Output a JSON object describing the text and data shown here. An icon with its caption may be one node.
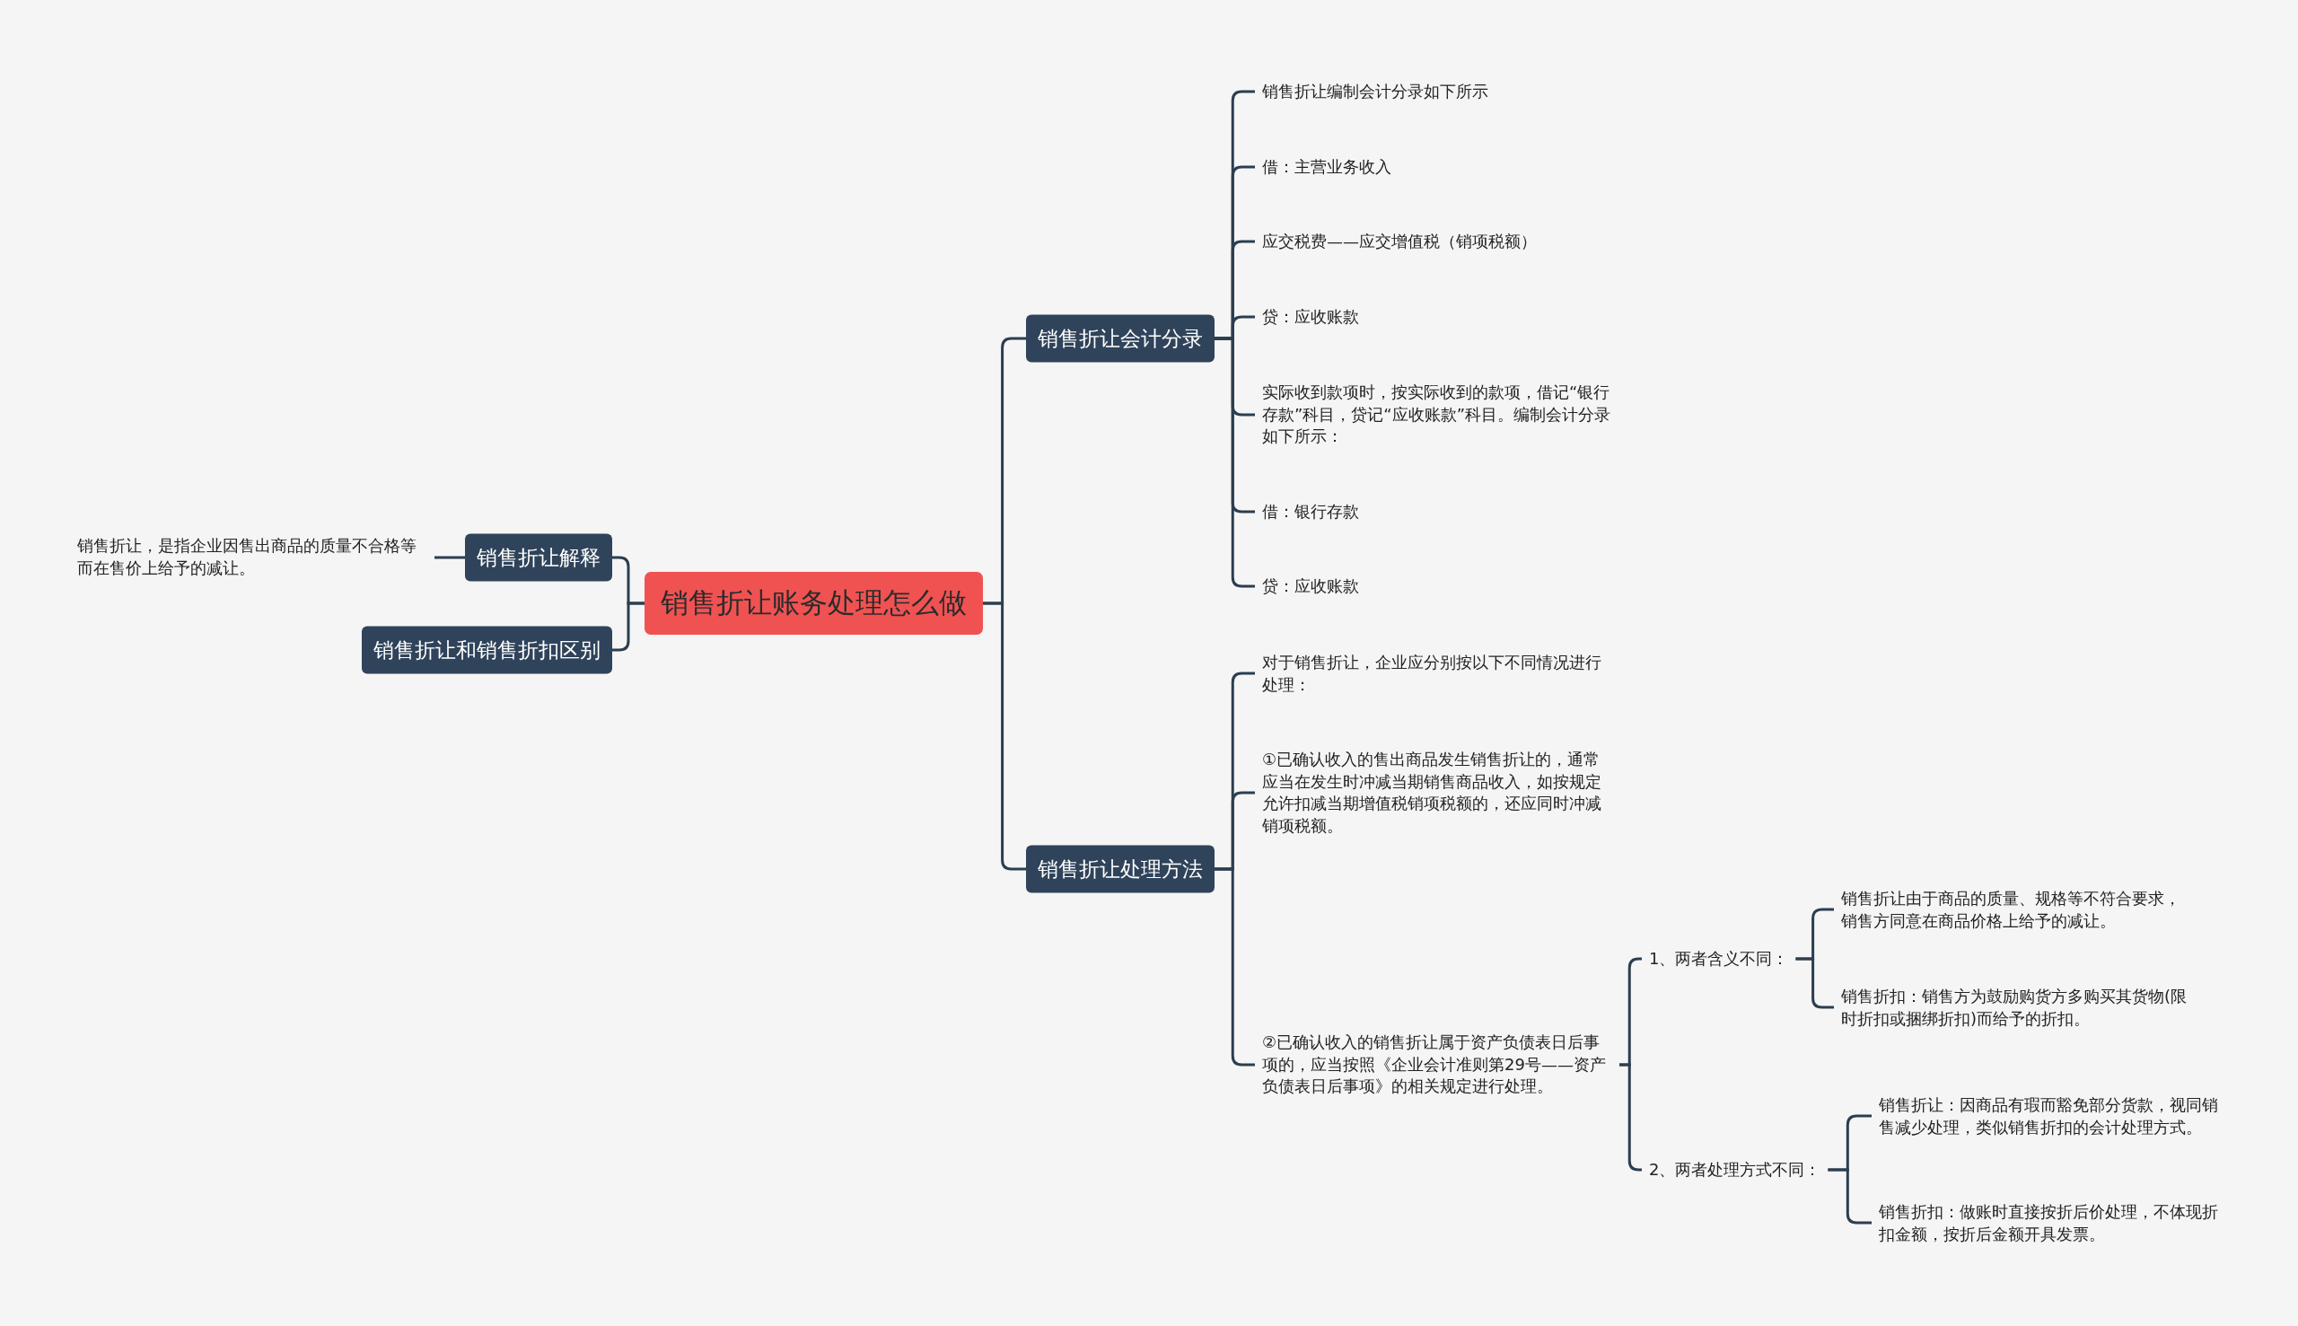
{
  "diagram": {
    "nodes": [
      {
        "text": [
          "销售折让账务处理怎么做"
        ]
      },
      {
        "text": [
          "销售折让解释"
        ]
      },
      {
        "text": [
          "销售折让，是指企业因售出商品的质量不合格等而在售价上给予的减让。"
        ]
      },
      {
        "text": [
          "销售折让和销售折扣区别"
        ]
      },
      {
        "text": [
          "销售折让会计分录"
        ]
      },
      {
        "text": [
          "销售折让编制会计分录如下所示"
        ]
      },
      {
        "text": [
          "借：主营业务收入"
        ]
      },
      {
        "text": [
          "应交税费——应交增值税（销项税额）"
        ]
      },
      {
        "text": [
          "贷：应收账款"
        ]
      },
      {
        "text": [
          "实际收到款项时，按实际收到的款项，借记“银行存款”科目，贷记“应收账款”科目。编制会计分录如下所示："
        ]
      },
      {
        "text": [
          "借：银行存款"
        ]
      },
      {
        "text": [
          "贷：应收账款"
        ]
      },
      {
        "text": [
          "销售折让处理方法"
        ]
      },
      {
        "text": [
          "对于销售折让，企业应分别按以下不同情况进行处理："
        ]
      },
      {
        "text": [
          "①已确认收入的售出商品发生销售折让的，通常应当在发生时冲减当期销售商品收入，如按规定允许扣减当期增值税销项税额的，还应同时冲减销项税额。"
        ]
      },
      {
        "text": [
          "②已确认收入的销售折让属于资产负债表日后事项的，应当按照《企业会计准则第29号——资产负债表日后事项》的相关规定进行处理。"
        ]
      },
      {
        "text": [
          "1、两者含义不同："
        ]
      },
      {
        "text": [
          "销售折让由于商品的质量、规格等不符合要求，销售方同意在商品价格上给予的减让。"
        ]
      },
      {
        "text": [
          "销售折扣：销售方为鼓励购货方多购买其货物(限时折扣或捆绑折扣)而给予的折扣。"
        ]
      },
      {
        "text": [
          "2、两者处理方式不同："
        ]
      },
      {
        "text": [
          "销售折让：因商品有瑕而豁免部分货款，视同销售减少处理，类似销售折扣的会计处理方式。"
        ]
      },
      {
        "text": [
          "销售折扣：做账时直接按折后价处理，不体现折扣金额，按折后金额开具发票。"
        ]
      }
    ],
    "edges": [
      {
        "from": 0,
        "to": 1,
        "arrow": "none"
      },
      {
        "from": 1,
        "to": 2,
        "arrow": "none"
      },
      {
        "from": 0,
        "to": 3,
        "arrow": "none"
      },
      {
        "from": 0,
        "to": 4,
        "arrow": "none"
      },
      {
        "from": 4,
        "to": 5,
        "arrow": "none"
      },
      {
        "from": 4,
        "to": 6,
        "arrow": "none"
      },
      {
        "from": 4,
        "to": 7,
        "arrow": "none"
      },
      {
        "from": 4,
        "to": 8,
        "arrow": "none"
      },
      {
        "from": 4,
        "to": 9,
        "arrow": "none"
      },
      {
        "from": 4,
        "to": 10,
        "arrow": "none"
      },
      {
        "from": 4,
        "to": 11,
        "arrow": "none"
      },
      {
        "from": 0,
        "to": 12,
        "arrow": "none"
      },
      {
        "from": 12,
        "to": 13,
        "arrow": "none"
      },
      {
        "from": 12,
        "to": 14,
        "arrow": "none"
      },
      {
        "from": 12,
        "to": 15,
        "arrow": "none"
      },
      {
        "from": 15,
        "to": 16,
        "arrow": "none"
      },
      {
        "from": 16,
        "to": 17,
        "arrow": "none"
      },
      {
        "from": 16,
        "to": 18,
        "arrow": "none"
      },
      {
        "from": 15,
        "to": 19,
        "arrow": "none"
      },
      {
        "from": 19,
        "to": 20,
        "arrow": "none"
      },
      {
        "from": 19,
        "to": 21,
        "arrow": "none"
      }
    ]
  }
}
